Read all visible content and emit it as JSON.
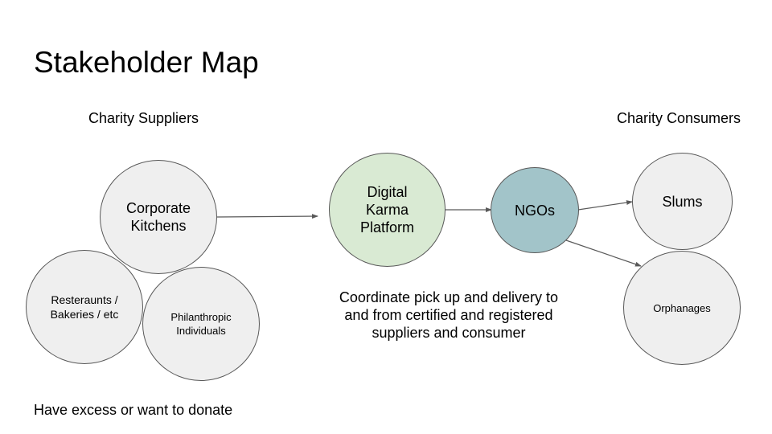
{
  "title": "Stakeholder Map",
  "sections": {
    "suppliers_heading": "Charity Suppliers",
    "consumers_heading": "Charity Consumers",
    "suppliers_caption": "Have excess or want to donate",
    "platform_caption": "Coordinate pick up and delivery to and from certified and registered suppliers and consumer"
  },
  "nodes": {
    "corporate_kitchens": {
      "label": "Corporate Kitchens",
      "color": "#efefef"
    },
    "restaurants": {
      "label": "Resteraunts / Bakeries / etc",
      "color": "#efefef"
    },
    "philanthropic": {
      "label": "Philanthropic Individuals",
      "color": "#efefef"
    },
    "platform": {
      "label": "Digital Karma Platform",
      "color": "#d9ead3"
    },
    "ngos": {
      "label": "NGOs",
      "color": "#a2c4c9"
    },
    "slums": {
      "label": "Slums",
      "color": "#efefef"
    },
    "orphanages": {
      "label": "Orphanages",
      "color": "#efefef"
    }
  },
  "edges": [
    {
      "from": "Corporate Kitchens",
      "to": "Digital Karma Platform"
    },
    {
      "from": "Digital Karma Platform",
      "to": "NGOs"
    },
    {
      "from": "NGOs",
      "to": "Slums"
    },
    {
      "from": "NGOs",
      "to": "Orphanages"
    }
  ]
}
